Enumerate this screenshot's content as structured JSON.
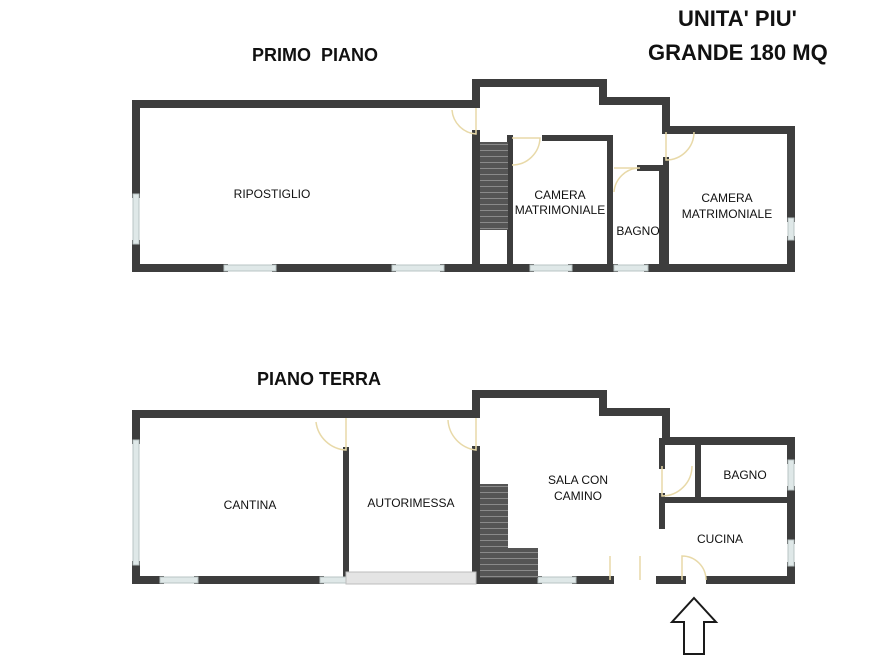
{
  "header": {
    "unit_line1": "UNITA' PIU'",
    "unit_line2": "GRANDE 180 MQ"
  },
  "floors": {
    "primo_piano": {
      "label": "PRIMO  PIANO",
      "rooms": {
        "ripostiglio": "RIPOSTIGLIO",
        "camera1_line1": "CAMERA",
        "camera1_line2": "MATRIMONIALE",
        "bagno": "BAGNO",
        "camera2_line1": "CAMERA",
        "camera2_line2": "MATRIMONIALE"
      }
    },
    "piano_terra": {
      "label": "PIANO TERRA",
      "rooms": {
        "cantina": "CANTINA",
        "autorimessa": "AUTORIMESSA",
        "sala_line1": "SALA CON",
        "sala_line2": "CAMINO",
        "bagno": "BAGNO",
        "cucina": "CUCINA"
      }
    }
  },
  "colors": {
    "wall": "#3d3d3d",
    "window": "#dfe8e8",
    "door": "#e8d9a8",
    "stair": "#555555"
  },
  "icons": {
    "entrance": "up-arrow-icon"
  }
}
